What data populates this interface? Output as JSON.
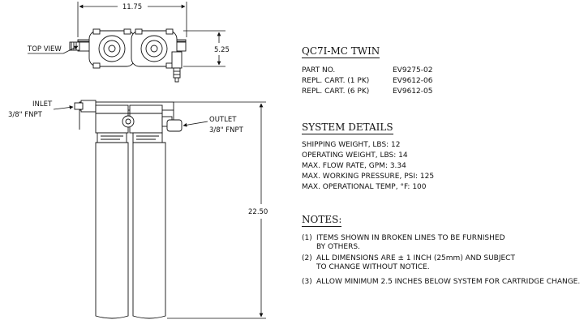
{
  "drawing": {
    "dim_width": "11.75",
    "dim_depth": "5.25",
    "dim_height": "22.50",
    "top_view_label": "TOP VIEW",
    "inlet_label": "INLET",
    "inlet_size": "3/8\" FNPT",
    "outlet_label": "OUTLET",
    "outlet_size": "3/8\" FNPT"
  },
  "product": {
    "model": "QC7I-MC TWIN",
    "specs": [
      {
        "label": "PART NO.",
        "value": "EV9275-02"
      },
      {
        "label": "REPL. CART. (1 PK)",
        "value": "EV9612-06"
      },
      {
        "label": "REPL. CART. (6 PK)",
        "value": "EV9612-05"
      }
    ]
  },
  "system": {
    "heading": "SYSTEM DETAILS",
    "lines": [
      "SHIPPING WEIGHT, LBS: 12",
      "OPERATING WEIGHT, LBS: 14",
      "MAX. FLOW RATE, GPM: 3.34",
      "MAX. WORKING PRESSURE, PSI: 125",
      "MAX. OPERATIONAL TEMP, °F: 100"
    ]
  },
  "notes": {
    "heading": "NOTES:",
    "items": [
      {
        "num": "(1)",
        "line1": "ITEMS SHOWN IN BROKEN LINES TO BE FURNISHED",
        "line2": "BY OTHERS."
      },
      {
        "num": "(2)",
        "line1": "ALL DIMENSIONS ARE ± 1 INCH (25mm) AND SUBJECT",
        "line2": "TO CHANGE WITHOUT NOTICE."
      },
      {
        "num": "(3)",
        "line1": "ALLOW MINIMUM 2.5 INCHES BELOW SYSTEM FOR CARTRIDGE CHANGE.",
        "line2": ""
      }
    ]
  }
}
